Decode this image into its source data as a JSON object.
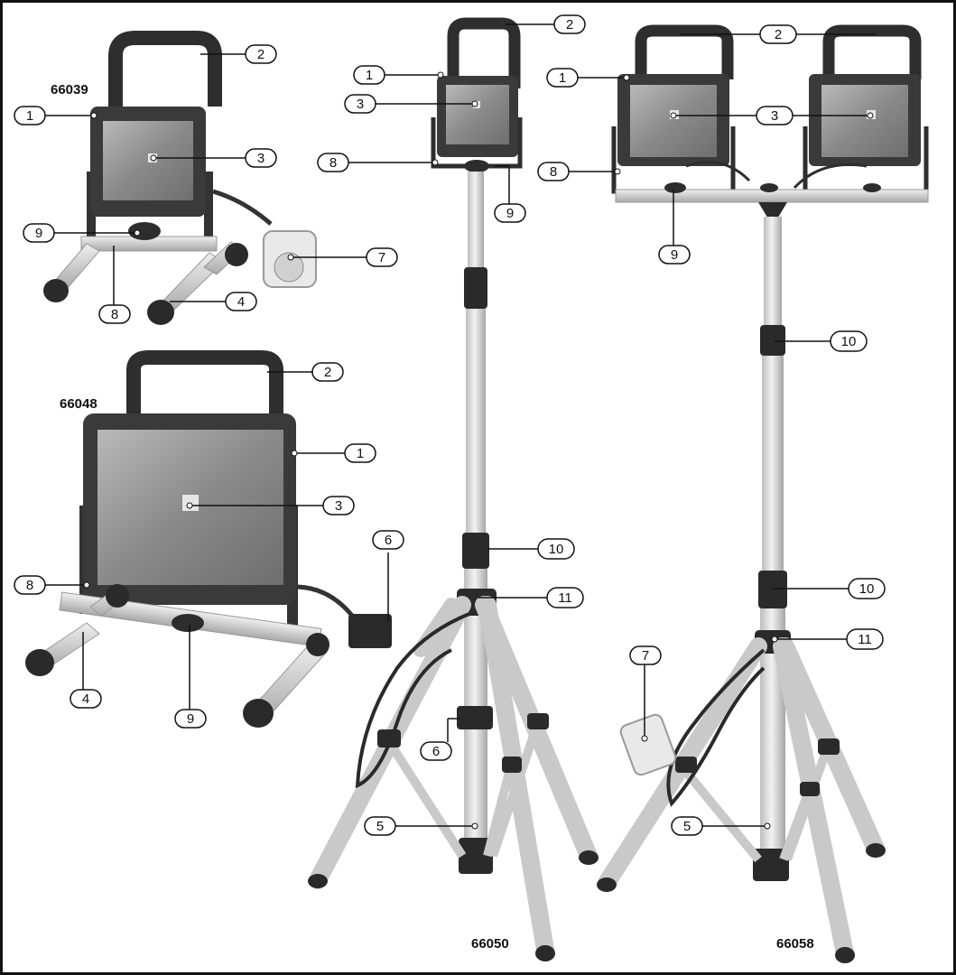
{
  "models": {
    "m1": "66039",
    "m2": "66048",
    "m3": "66050",
    "m4": "66058"
  },
  "parts": {
    "p1": "1",
    "p2": "2",
    "p3": "3",
    "p4": "4",
    "p5": "5",
    "p6": "6",
    "p7": "7",
    "p8": "8",
    "p9": "9",
    "p10": "10",
    "p11": "11"
  },
  "colors": {
    "housing": "#3a3a3a",
    "lens": "#8d8d8d",
    "lens_light": "#c4c4c4",
    "tube": "#e2e2e2",
    "tube_edge": "#9a9a9a",
    "cap": "#2a2a2a"
  }
}
